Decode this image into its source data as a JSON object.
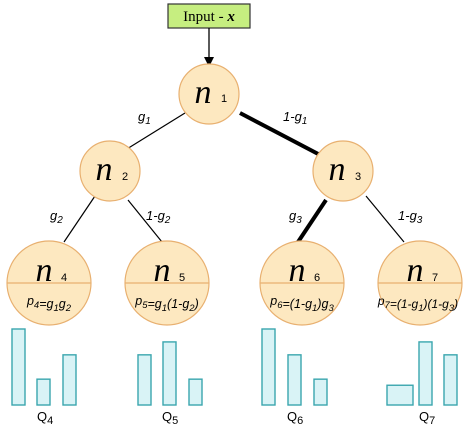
{
  "input": {
    "text": "Input - ",
    "var": "x",
    "fill": "#c6ee80",
    "stroke": "#333333"
  },
  "colors": {
    "node_fill": "#fde8c0",
    "node_stroke": "#e8b070",
    "edge": "#000000",
    "bar_fill": "#d9f3f6",
    "bar_stroke": "#3aa6ae"
  },
  "nodes": {
    "n1": {
      "sym": "n",
      "sub": "1"
    },
    "n2": {
      "sym": "n",
      "sub": "2"
    },
    "n3": {
      "sym": "n",
      "sub": "3"
    }
  },
  "leaves": [
    {
      "sym": "n",
      "sub": "4",
      "p": "p",
      "psub": "4",
      "expr": [
        [
          "=g",
          ""
        ],
        [
          "1",
          "s"
        ],
        [
          "g",
          ""
        ],
        [
          "2",
          "s"
        ]
      ]
    },
    {
      "sym": "n",
      "sub": "5",
      "p": "p",
      "psub": "5",
      "expr": [
        [
          "=g",
          ""
        ],
        [
          "1",
          "s"
        ],
        [
          "(1-g",
          ""
        ],
        [
          "2",
          "s"
        ],
        [
          ")",
          ""
        ]
      ]
    },
    {
      "sym": "n",
      "sub": "6",
      "p": "p",
      "psub": "6",
      "expr": [
        [
          "=(1-g",
          ""
        ],
        [
          "1",
          "s"
        ],
        [
          ")g",
          ""
        ],
        [
          "3",
          "s"
        ]
      ]
    },
    {
      "sym": "n",
      "sub": "7",
      "p": "p",
      "psub": "7",
      "expr": [
        [
          "=(1-g",
          ""
        ],
        [
          "1",
          "s"
        ],
        [
          ")(1-g",
          ""
        ],
        [
          "3",
          "s"
        ],
        [
          ")",
          ""
        ]
      ]
    }
  ],
  "edge_labels": {
    "n1_n2": {
      "g": "g",
      "sub": "1",
      "prefix": ""
    },
    "n1_n3": {
      "g": "g",
      "sub": "1",
      "prefix": "1-"
    },
    "n2_n4": {
      "g": "g",
      "sub": "2",
      "prefix": ""
    },
    "n2_n5": {
      "g": "g",
      "sub": "2",
      "prefix": "1-"
    },
    "n3_n6": {
      "g": "g",
      "sub": "3",
      "prefix": ""
    },
    "n3_n7": {
      "g": "g",
      "sub": "3",
      "prefix": "1-"
    }
  },
  "histograms": [
    {
      "label": "Q",
      "sub": "4",
      "values": [
        1.0,
        0.34,
        0.66
      ]
    },
    {
      "label": "Q",
      "sub": "5",
      "values": [
        0.66,
        0.83,
        0.34
      ]
    },
    {
      "label": "Q",
      "sub": "6",
      "values": [
        1.0,
        0.66,
        0.34
      ]
    },
    {
      "label": "Q",
      "sub": "7",
      "values": [
        0.26,
        0.83,
        0.66
      ]
    }
  ]
}
